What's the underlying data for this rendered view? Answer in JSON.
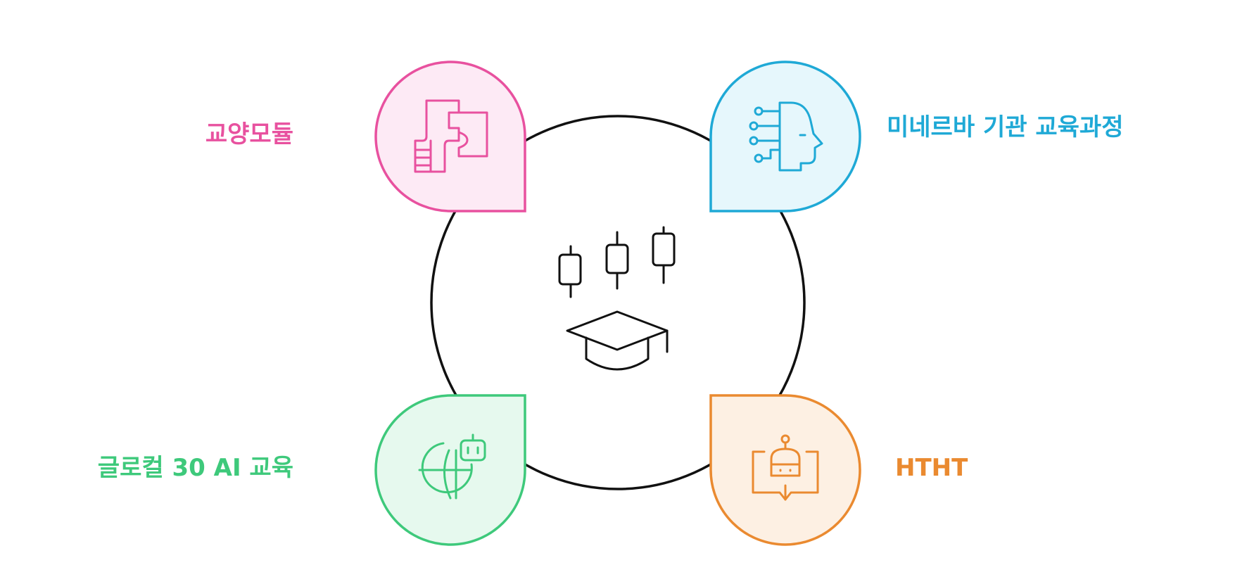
{
  "nodes": [
    {
      "key": "tl",
      "label": "교양모듈",
      "color": "#e8519f",
      "fill": "#fdeaf5",
      "icon": "puzzle-icon"
    },
    {
      "key": "tr",
      "label": "미네르바 기관 교육과정",
      "color": "#1fa9d6",
      "fill": "#e6f7fc",
      "icon": "ai-head-icon"
    },
    {
      "key": "bl",
      "label": "글로컬 30 AI 교육",
      "color": "#3ec97b",
      "fill": "#e6f9ee",
      "icon": "globe-robot-icon"
    },
    {
      "key": "br",
      "label": "HTHT",
      "color": "#ea8a30",
      "fill": "#fdf0e3",
      "icon": "robot-book-icon"
    }
  ],
  "center": {
    "icon": "candlestick-graduation-icon",
    "stroke": "#111111"
  }
}
